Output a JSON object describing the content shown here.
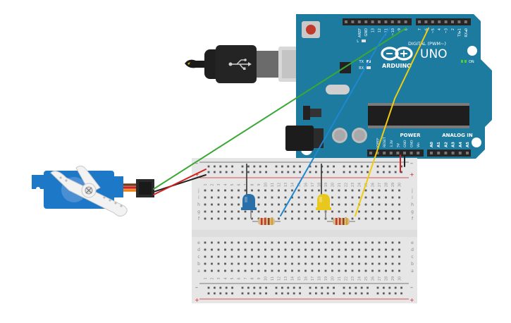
{
  "arduino": {
    "brand": "ARDUINO",
    "model": "UNO",
    "digital_label": "DIGITAL (PWM~)",
    "analog_label": "ANALOG IN",
    "power_label": "POWER",
    "on_label": "ON",
    "tx_label": "TX",
    "rx_label": "RX",
    "l_label": "L",
    "top_pins": [
      "AREF",
      "GND",
      "13",
      "12",
      "~11",
      "~10",
      "~9",
      "8",
      "7",
      "~6",
      "~5",
      "4",
      "~3",
      "2",
      "TX▸1",
      "RX◂0"
    ],
    "power_pins": [
      "IOREF",
      "RESET",
      "3.3V",
      "5V",
      "GND",
      "GND",
      "Vin"
    ],
    "analog_pins": [
      "A0",
      "A1",
      "A2",
      "A3",
      "A4",
      "A5"
    ]
  },
  "breadboard": {
    "rows_top": [
      "j",
      "i",
      "h",
      "g",
      "f"
    ],
    "rows_bottom": [
      "e",
      "d",
      "c",
      "b",
      "a"
    ],
    "columns": [
      "1",
      "2",
      "3",
      "4",
      "5",
      "6",
      "7",
      "8",
      "9",
      "10",
      "11",
      "12",
      "13",
      "14",
      "15",
      "16",
      "17",
      "18",
      "19",
      "20",
      "21",
      "22",
      "23",
      "24",
      "25",
      "26",
      "27",
      "28",
      "29",
      "30"
    ],
    "rail_minus": "–",
    "rail_plus": "+"
  },
  "components": {
    "led_blue_color": "#2a6fa8",
    "led_yellow_color": "#e8c81c"
  },
  "colors": {
    "board": "#1d7ba0",
    "wire_green": "#3aa835",
    "wire_blue": "#1e88d0",
    "wire_yellow": "#f0cc10",
    "wire_red": "#d22020",
    "wire_black": "#222222"
  }
}
